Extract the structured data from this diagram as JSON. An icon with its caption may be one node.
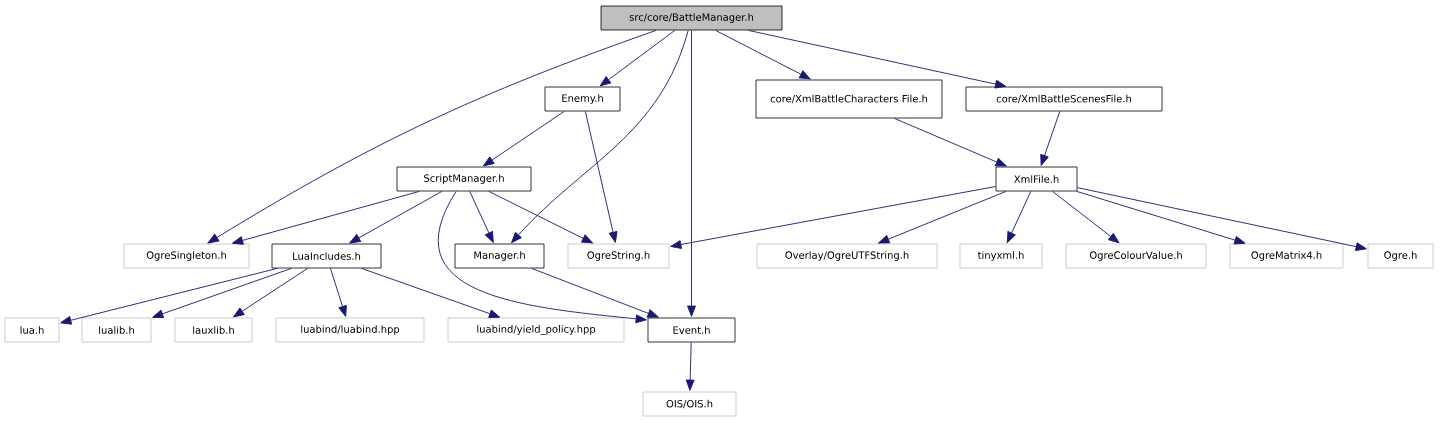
{
  "diagram": {
    "nodes": [
      {
        "text": [
          "src/core/BattleManager.h"
        ]
      },
      {
        "text": [
          "Enemy.h"
        ]
      },
      {
        "text": [
          "core/XmlBattleCharacters File.h"
        ]
      },
      {
        "text": [
          "core/XmlBattleScenesFile.h"
        ]
      },
      {
        "text": [
          "ScriptManager.h"
        ]
      },
      {
        "text": [
          "XmlFile.h"
        ]
      },
      {
        "text": [
          "OgreSingleton.h"
        ]
      },
      {
        "text": [
          "LuaIncludes.h"
        ]
      },
      {
        "text": [
          "Manager.h"
        ]
      },
      {
        "text": [
          "OgreString.h"
        ]
      },
      {
        "text": [
          "Overlay/OgreUTFString.h"
        ]
      },
      {
        "text": [
          "tinyxml.h"
        ]
      },
      {
        "text": [
          "OgreColourValue.h"
        ]
      },
      {
        "text": [
          "OgreMatrix4.h"
        ]
      },
      {
        "text": [
          "Ogre.h"
        ]
      },
      {
        "text": [
          "lua.h"
        ]
      },
      {
        "text": [
          "lualib.h"
        ]
      },
      {
        "text": [
          "lauxlib.h"
        ]
      },
      {
        "text": [
          "luabind/luabind.hpp"
        ]
      },
      {
        "text": [
          "luabind/yield_policy.hpp"
        ]
      },
      {
        "text": [
          "Event.h"
        ]
      },
      {
        "text": [
          "OIS/OIS.h"
        ]
      }
    ],
    "edges": [
      {
        "from": 0,
        "to": 6,
        "arrow": "to"
      },
      {
        "from": 0,
        "to": 1,
        "arrow": "to"
      },
      {
        "from": 0,
        "to": 8,
        "arrow": "to"
      },
      {
        "from": 0,
        "to": 20,
        "arrow": "to"
      },
      {
        "from": 0,
        "to": 2,
        "arrow": "to"
      },
      {
        "from": 0,
        "to": 3,
        "arrow": "to"
      },
      {
        "from": 1,
        "to": 4,
        "arrow": "to"
      },
      {
        "from": 1,
        "to": 9,
        "arrow": "to"
      },
      {
        "from": 2,
        "to": 5,
        "arrow": "to"
      },
      {
        "from": 3,
        "to": 5,
        "arrow": "to"
      },
      {
        "from": 4,
        "to": 6,
        "arrow": "to"
      },
      {
        "from": 4,
        "to": 7,
        "arrow": "to"
      },
      {
        "from": 4,
        "to": 8,
        "arrow": "to"
      },
      {
        "from": 4,
        "to": 9,
        "arrow": "to"
      },
      {
        "from": 4,
        "to": 20,
        "arrow": "to"
      },
      {
        "from": 5,
        "to": 9,
        "arrow": "to"
      },
      {
        "from": 5,
        "to": 10,
        "arrow": "to"
      },
      {
        "from": 5,
        "to": 11,
        "arrow": "to"
      },
      {
        "from": 5,
        "to": 12,
        "arrow": "to"
      },
      {
        "from": 5,
        "to": 13,
        "arrow": "to"
      },
      {
        "from": 5,
        "to": 14,
        "arrow": "to"
      },
      {
        "from": 7,
        "to": 15,
        "arrow": "to"
      },
      {
        "from": 7,
        "to": 16,
        "arrow": "to"
      },
      {
        "from": 7,
        "to": 17,
        "arrow": "to"
      },
      {
        "from": 7,
        "to": 18,
        "arrow": "to"
      },
      {
        "from": 7,
        "to": 19,
        "arrow": "to"
      },
      {
        "from": 8,
        "to": 20,
        "arrow": "to"
      },
      {
        "from": 20,
        "to": 21,
        "arrow": "to"
      }
    ]
  }
}
